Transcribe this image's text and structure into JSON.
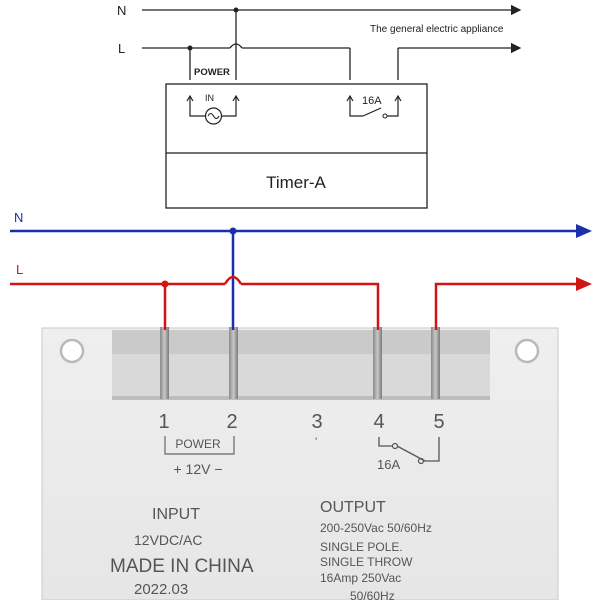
{
  "top_diagram": {
    "line_n_label": "N",
    "line_l_label": "L",
    "power_label": "POWER",
    "in_label": "IN",
    "relay_rating": "16A",
    "appliance_label": "The general electric appliance",
    "timer_label": "Timer-A"
  },
  "bottom_diagram": {
    "line_n_label": "N",
    "line_l_label": "L",
    "n_color": "#1a2fb0",
    "l_color": "#d01515"
  },
  "device": {
    "terminals": [
      "1",
      "2",
      "3",
      "4",
      "5"
    ],
    "power_bracket_label": "POWER",
    "voltage_label": "+ 12V −",
    "terminal3_mark": "'",
    "relay_rating": "16A",
    "input_title": "INPUT",
    "input_spec": "12VDC/AC",
    "made_in": "MADE IN CHINA",
    "date_code": "2022.03",
    "output_title": "OUTPUT",
    "output_lines": [
      "200-250Vac 50/60Hz",
      "SINGLE  POLE.",
      "SINGLE  THROW",
      "16Amp   250Vac",
      "50/60Hz"
    ]
  }
}
